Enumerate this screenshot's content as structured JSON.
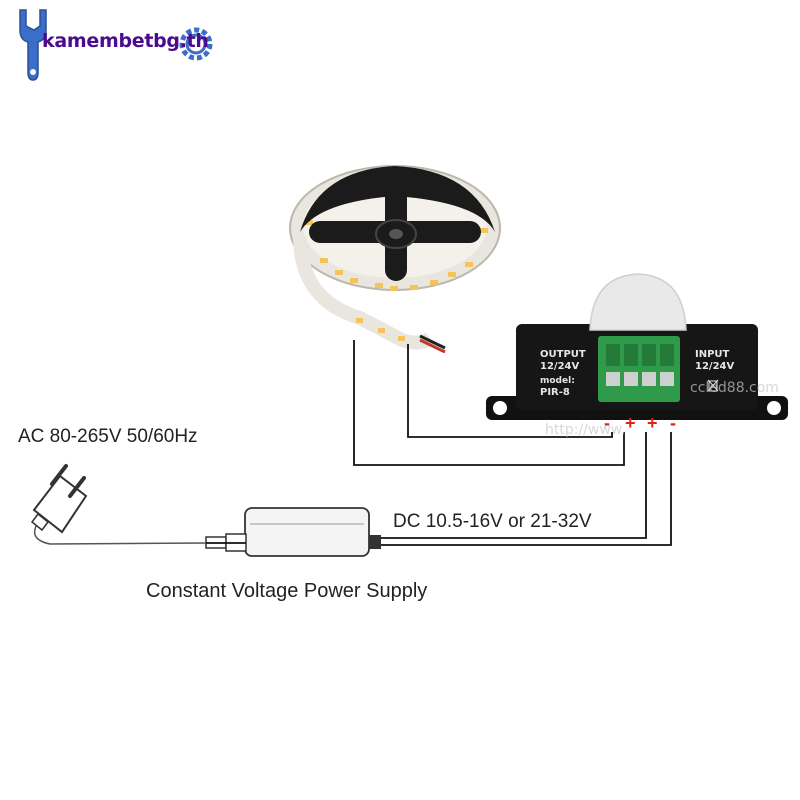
{
  "brand": {
    "name": "kamembetbg.th"
  },
  "labels": {
    "ac_input": "AC 80-265V 50/60Hz",
    "dc_output": "DC 10.5-16V or 21-32V",
    "power_supply": "Constant Voltage Power Supply"
  },
  "module": {
    "output_label": "OUTPUT",
    "output_voltage": "12/24V",
    "model_label": "model:",
    "model_name": "PIR-8",
    "input_label": "INPUT",
    "input_voltage": "12/24V"
  },
  "terminals": [
    "-",
    "+",
    "+",
    "-"
  ],
  "watermarks": [
    "http://www.",
    "ccled88.com"
  ],
  "colors": {
    "brand": "#4a0c8c",
    "logo_icon": "#3b6ec9",
    "polarity": "#e0201b",
    "terminal_block": "#2f9a4a",
    "wire": "#111111"
  }
}
